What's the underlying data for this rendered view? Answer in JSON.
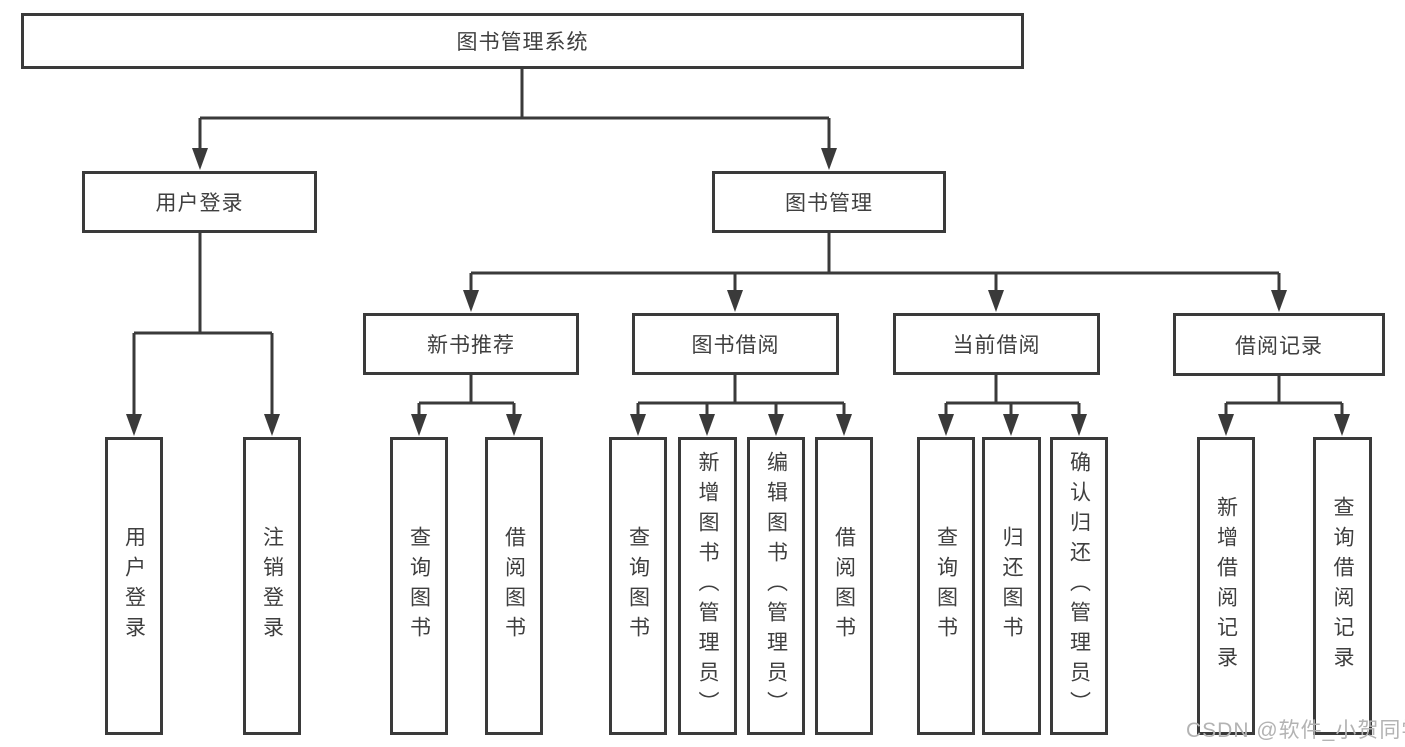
{
  "tree": {
    "root": {
      "label": "图书管理系统"
    },
    "branches": [
      {
        "label": "用户登录",
        "children": [
          {
            "label": "用户登录"
          },
          {
            "label": "注销登录"
          }
        ]
      },
      {
        "label": "图书管理",
        "children": [
          {
            "label": "新书推荐",
            "children": [
              {
                "label": "查询图书"
              },
              {
                "label": "借阅图书"
              }
            ]
          },
          {
            "label": "图书借阅",
            "children": [
              {
                "label": "查询图书"
              },
              {
                "label": "新增图书（管理员）"
              },
              {
                "label": "编辑图书（管理员）"
              },
              {
                "label": "借阅图书"
              }
            ]
          },
          {
            "label": "当前借阅",
            "children": [
              {
                "label": "查询图书"
              },
              {
                "label": "归还图书"
              },
              {
                "label": "确认归还（管理员）"
              }
            ]
          },
          {
            "label": "借阅记录",
            "children": [
              {
                "label": "新增借阅记录"
              },
              {
                "label": "查询借阅记录"
              }
            ]
          }
        ]
      }
    ]
  },
  "watermark": {
    "text": "CSDN @软件_小贺同学"
  },
  "colors": {
    "line": "#3a3a3a",
    "box_border": "#3a3a3a",
    "text": "#3f3f3f",
    "watermark": "#b3b3b3",
    "background": "#ffffff"
  }
}
